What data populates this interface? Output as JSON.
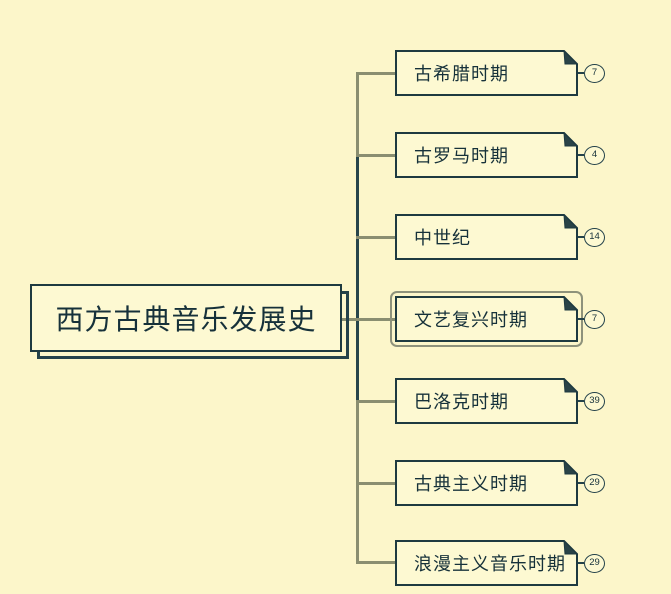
{
  "diagram": {
    "type": "mindmap",
    "root": {
      "label": "西方古典音乐发展史"
    },
    "children": [
      {
        "label": "古希腊时期",
        "badge": "7",
        "selected": false
      },
      {
        "label": "古罗马时期",
        "badge": "4",
        "selected": false
      },
      {
        "label": "中世纪",
        "badge": "14",
        "selected": false
      },
      {
        "label": "文艺复兴时期",
        "badge": "7",
        "selected": true
      },
      {
        "label": "巴洛克时期",
        "badge": "39",
        "selected": false
      },
      {
        "label": "古典主义时期",
        "badge": "29",
        "selected": false
      },
      {
        "label": "浪漫主义音乐时期",
        "badge": "29",
        "selected": false
      }
    ],
    "colors": {
      "background": "#fcf6ca",
      "node_fill": "#fdf9d2",
      "node_border": "#1e3a40",
      "text": "#16313a",
      "branch_line": "#8a8e70",
      "branch_line_dark": "#27454b",
      "selection_outline": "#8e927b"
    }
  }
}
